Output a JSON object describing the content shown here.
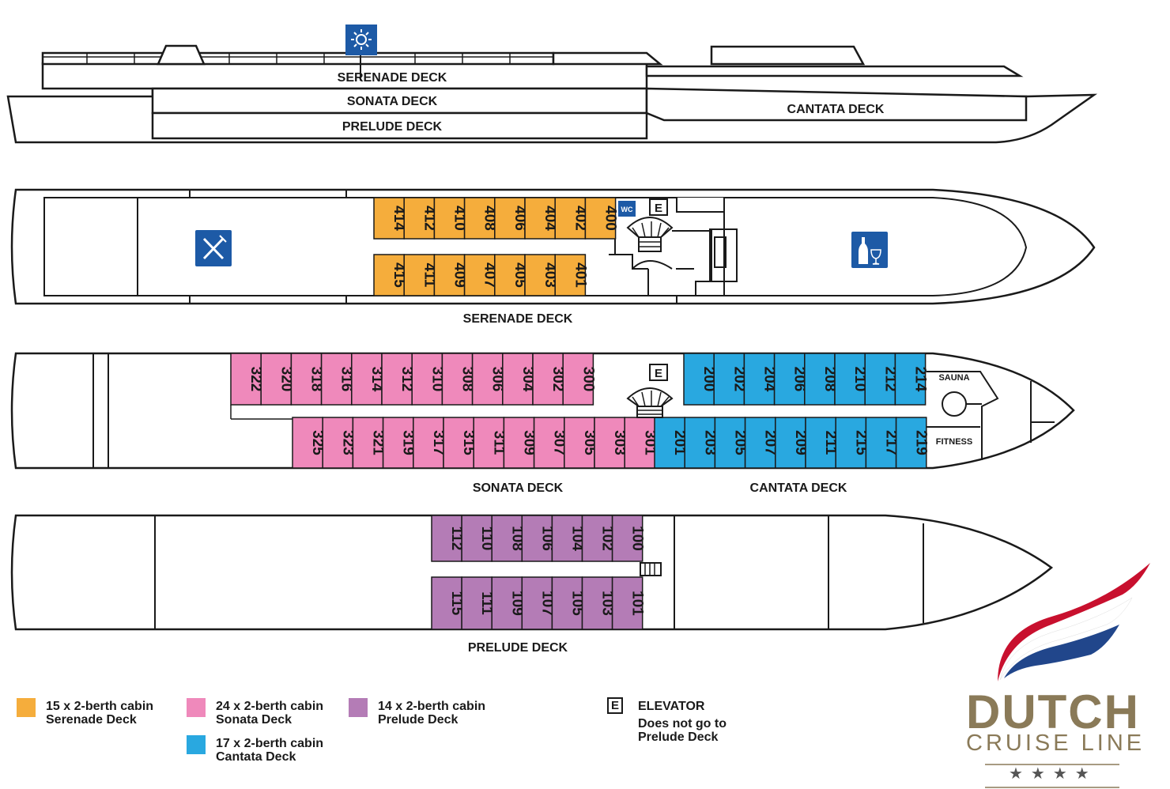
{
  "profile": {
    "serenade": "SERENADE DECK",
    "sonata": "SONATA DECK",
    "prelude": "PRELUDE DECK",
    "cantata": "CANTATA DECK"
  },
  "decks": {
    "serenade": "SERENADE DECK",
    "sonata": "SONATA DECK",
    "cantata": "CANTATA DECK",
    "prelude": "PRELUDE DECK"
  },
  "cabins": {
    "serenade_top": [
      "414",
      "412",
      "410",
      "408",
      "406",
      "404",
      "402",
      "400"
    ],
    "serenade_bottom": [
      "415",
      "411",
      "409",
      "407",
      "405",
      "403",
      "401"
    ],
    "sonata_top": [
      "322",
      "320",
      "318",
      "316",
      "314",
      "312",
      "310",
      "308",
      "306",
      "304",
      "302",
      "300"
    ],
    "sonata_bottom": [
      "325",
      "323",
      "321",
      "319",
      "317",
      "315",
      "311",
      "309",
      "307",
      "305",
      "303",
      "301"
    ],
    "cantata_top": [
      "200",
      "202",
      "204",
      "206",
      "208",
      "210",
      "212",
      "214"
    ],
    "cantata_bottom": [
      "201",
      "203",
      "205",
      "207",
      "209",
      "211",
      "215",
      "217",
      "219"
    ],
    "prelude_top": [
      "112",
      "110",
      "108",
      "106",
      "104",
      "102",
      "100"
    ],
    "prelude_bottom": [
      "115",
      "111",
      "109",
      "107",
      "105",
      "103",
      "101"
    ]
  },
  "labels": {
    "wc": "WC",
    "elevator": "E",
    "sauna": "SAUNA",
    "fitness": "FITNESS"
  },
  "icons": {
    "sun": "sun-deck-icon",
    "restaurant": "restaurant-icon",
    "bar": "bar-icon"
  },
  "colors": {
    "serenade": "#f5ad3c",
    "sonata": "#ef89bb",
    "cantata": "#29a8e0",
    "prelude": "#b47cb6",
    "icon_bg": "#1d5aa6",
    "brand": "#8a7a58",
    "flag_red": "#c8102e",
    "flag_blue": "#21468b"
  },
  "legend": [
    {
      "line1": "15 x 2-berth cabin",
      "line2": "Serenade Deck",
      "color": "#f5ad3c"
    },
    {
      "line1": "24 x 2-berth cabin",
      "line2": "Sonata Deck",
      "color": "#ef89bb"
    },
    {
      "line1": "17 x 2-berth cabin",
      "line2": "Cantata Deck",
      "color": "#29a8e0"
    },
    {
      "line1": "14 x 2-berth cabin",
      "line2": "Prelude Deck",
      "color": "#b47cb6"
    }
  ],
  "elevator_legend": {
    "symbol": "E",
    "title": "ELEVATOR",
    "note1": "Does not go to",
    "note2": "Prelude Deck"
  },
  "logo": {
    "line1": "DUTCH",
    "line2": "CRUISE LINE",
    "stars": "★★★★"
  }
}
